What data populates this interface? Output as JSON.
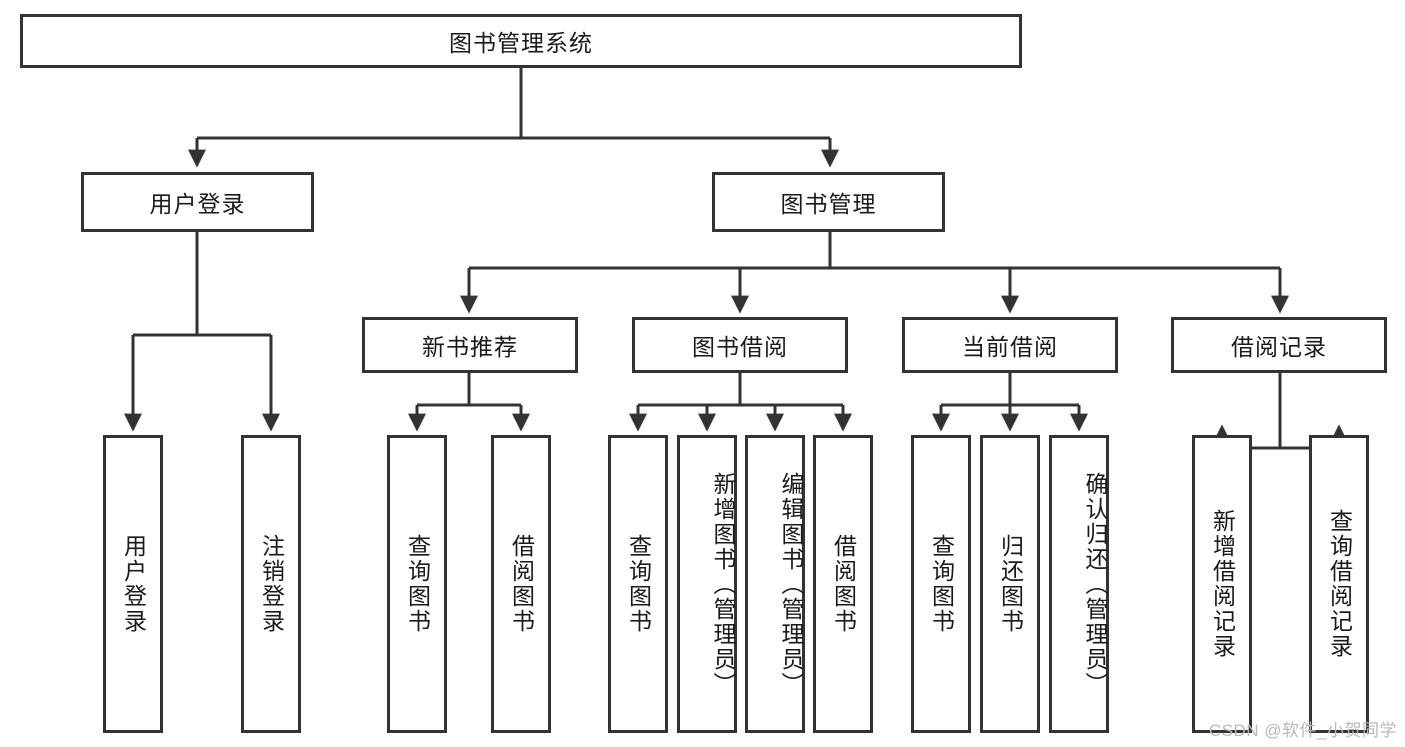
{
  "diagram": {
    "title_node": {
      "label": "图书管理系统"
    },
    "level2": [
      {
        "id": "user-login",
        "label": "用户登录"
      },
      {
        "id": "book-management",
        "label": "图书管理"
      }
    ],
    "level3": [
      {
        "id": "new-book-recommend",
        "label": "新书推荐"
      },
      {
        "id": "book-borrow",
        "label": "图书借阅"
      },
      {
        "id": "current-borrow",
        "label": "当前借阅"
      },
      {
        "id": "borrow-record",
        "label": "借阅记录"
      }
    ],
    "leaves": {
      "user_login": [
        {
          "id": "leaf-user-login",
          "label": "用户登录",
          "align": "center"
        },
        {
          "id": "leaf-user-logout",
          "label": "注销登录",
          "align": "center"
        }
      ],
      "new_book_recommend": [
        {
          "id": "leaf-query-book-1",
          "label": "查询图书",
          "align": "center"
        },
        {
          "id": "leaf-borrow-book-1",
          "label": "借阅图书",
          "align": "center"
        }
      ],
      "book_borrow": [
        {
          "id": "leaf-query-book-2",
          "label": "查询图书",
          "align": "center"
        },
        {
          "id": "leaf-add-book",
          "label": "新增图书（管理员）",
          "align": "top"
        },
        {
          "id": "leaf-edit-book",
          "label": "编辑图书（管理员）",
          "align": "top"
        },
        {
          "id": "leaf-borrow-book-2",
          "label": "借阅图书",
          "align": "center"
        }
      ],
      "current_borrow": [
        {
          "id": "leaf-query-book-3",
          "label": "查询图书",
          "align": "center"
        },
        {
          "id": "leaf-return-book",
          "label": "归还图书",
          "align": "center"
        },
        {
          "id": "leaf-confirm-return",
          "label": "确认归还（管理员）",
          "align": "top"
        }
      ],
      "borrow_record": [
        {
          "id": "leaf-add-record",
          "label": "新增借阅记录",
          "align": "center"
        },
        {
          "id": "leaf-query-record",
          "label": "查询借阅记录",
          "align": "center"
        }
      ]
    },
    "watermark": "CSDN @软件_小贺同学",
    "colors": {
      "stroke": "#333333",
      "text": "#1a1a1a",
      "background": "#ffffff",
      "watermark": "#b9b9b9"
    }
  }
}
